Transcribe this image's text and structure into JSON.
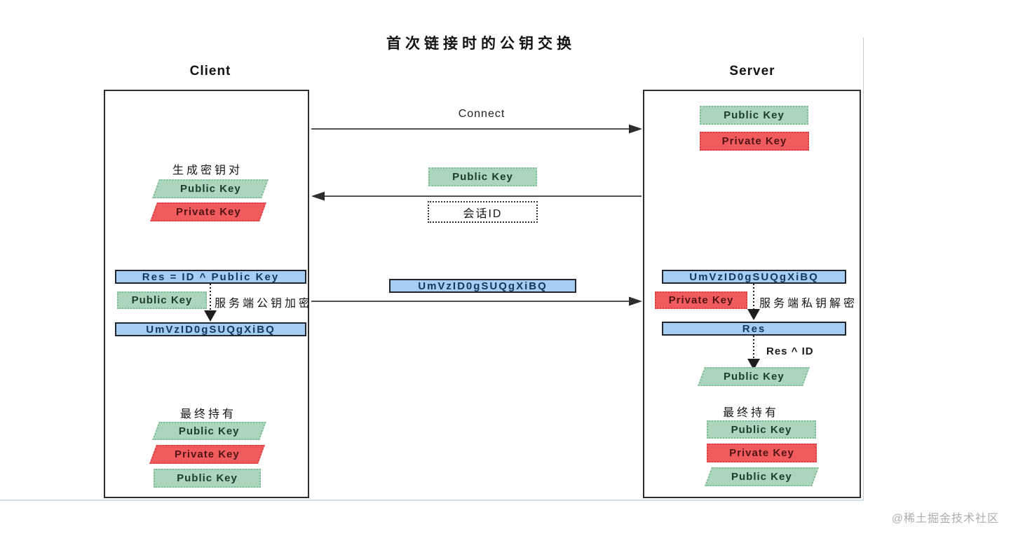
{
  "title": "首次链接时的公钥交换",
  "watermark": "@稀土掘金技术社区",
  "client": {
    "title": "Client",
    "keygen": {
      "label": "生成密钥对",
      "public_key": "Public Key",
      "private_key": "Private Key"
    },
    "res_formula": "Res = ID ^ Public Key",
    "encrypt_key": "Public Key",
    "encrypt_note": "服务端公钥加密",
    "encrypted_value": "UmVzID0gSUQgXiBQ",
    "final": {
      "label": "最终持有",
      "keys": [
        "Public Key",
        "Private Key",
        "Public Key"
      ]
    }
  },
  "messages": {
    "connect": "Connect",
    "public_key": "Public Key",
    "session_id": "会话ID",
    "encrypted_value": "UmVzID0gSUQgXiBQ"
  },
  "server": {
    "title": "Server",
    "own_keys": {
      "public_key": "Public Key",
      "private_key": "Private Key"
    },
    "received_value": "UmVzID0gSUQgXiBQ",
    "decrypt_key": "Private Key",
    "decrypt_note": "服务端私钥解密",
    "res_value": "Res",
    "derive_note": "Res ^ ID",
    "derived_key": "Public Key",
    "final": {
      "label": "最终持有",
      "keys": [
        "Public Key",
        "Private Key",
        "Public Key"
      ]
    }
  },
  "colors": {
    "green_fill": "#abd5bc",
    "green_border": "#7fbb93",
    "red_fill": "#f15b5e",
    "red_border": "#d84245",
    "blue_fill": "#a6cef2",
    "blue_border": "#22272f",
    "arrow": "#3a3a3a"
  }
}
